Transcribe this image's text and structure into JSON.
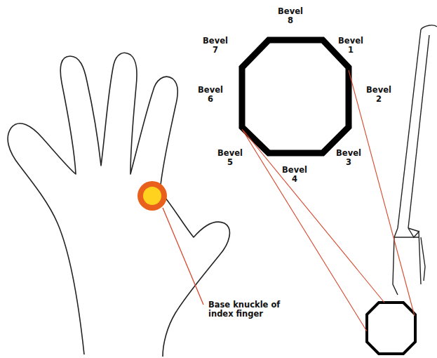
{
  "diagram": {
    "labels": [
      "Bevel 8",
      "Bevel 7",
      "Bevel 1",
      "Bevel 6",
      "Bevel 2",
      "Bevel 5",
      "Bevel 4",
      "Bevel 3",
      "Base knuckle of index finger"
    ]
  }
}
